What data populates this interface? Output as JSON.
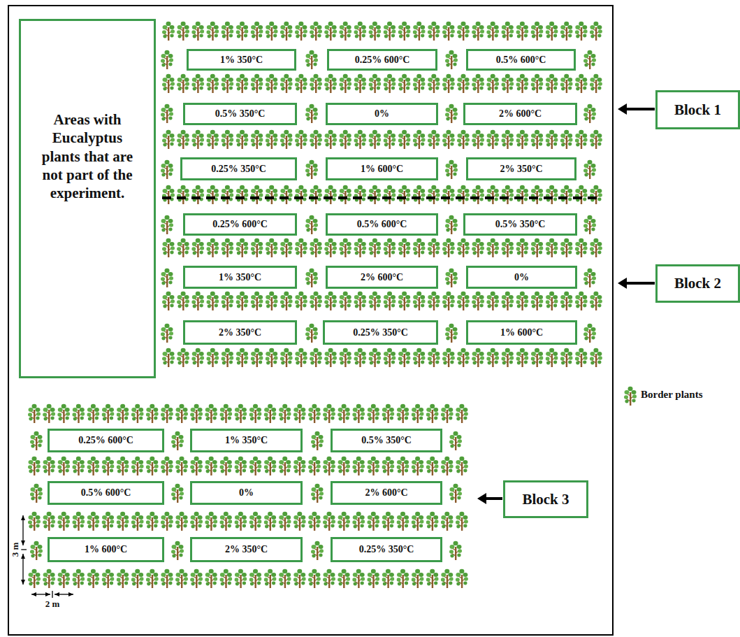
{
  "diagram": {
    "nodes": [
      {
        "text": [
          "Areas with Eucalyptus plants that are not part of the experiment."
        ]
      },
      {
        "text": [
          "1% 350°C"
        ]
      },
      {
        "text": [
          "0.25% 600°C"
        ]
      },
      {
        "text": [
          "0.5% 600°C"
        ]
      },
      {
        "text": [
          "0.5% 350°C"
        ]
      },
      {
        "text": [
          "0%"
        ]
      },
      {
        "text": [
          "2% 600°C"
        ]
      },
      {
        "text": [
          "0.25% 350°C"
        ]
      },
      {
        "text": [
          "1% 600°C"
        ]
      },
      {
        "text": [
          "2% 350°C"
        ]
      },
      {
        "text": [
          "Block 1"
        ]
      },
      {
        "text": [
          "0.25% 600°C"
        ]
      },
      {
        "text": [
          "0.5% 600°C"
        ]
      },
      {
        "text": [
          "0.5% 350°C"
        ]
      },
      {
        "text": [
          "1% 350°C"
        ]
      },
      {
        "text": [
          "2% 600°C"
        ]
      },
      {
        "text": [
          "0%"
        ]
      },
      {
        "text": [
          "2% 350°C"
        ]
      },
      {
        "text": [
          "0.25% 350°C"
        ]
      },
      {
        "text": [
          "1% 600°C"
        ]
      },
      {
        "text": [
          "Block 2"
        ]
      },
      {
        "text": [
          "0.25% 600°C"
        ]
      },
      {
        "text": [
          "1% 350°C"
        ]
      },
      {
        "text": [
          "0.5% 350°C"
        ]
      },
      {
        "text": [
          "0.5% 600°C"
        ]
      },
      {
        "text": [
          "0%"
        ]
      },
      {
        "text": [
          "2% 600°C"
        ]
      },
      {
        "text": [
          "1% 600°C"
        ]
      },
      {
        "text": [
          "2% 350°C"
        ]
      },
      {
        "text": [
          "0.25% 350°C"
        ]
      },
      {
        "text": [
          "Block 3"
        ]
      }
    ],
    "labels": [
      "3 m",
      "2 m"
    ],
    "legend": [
      {
        "text": "Border plants"
      }
    ]
  }
}
